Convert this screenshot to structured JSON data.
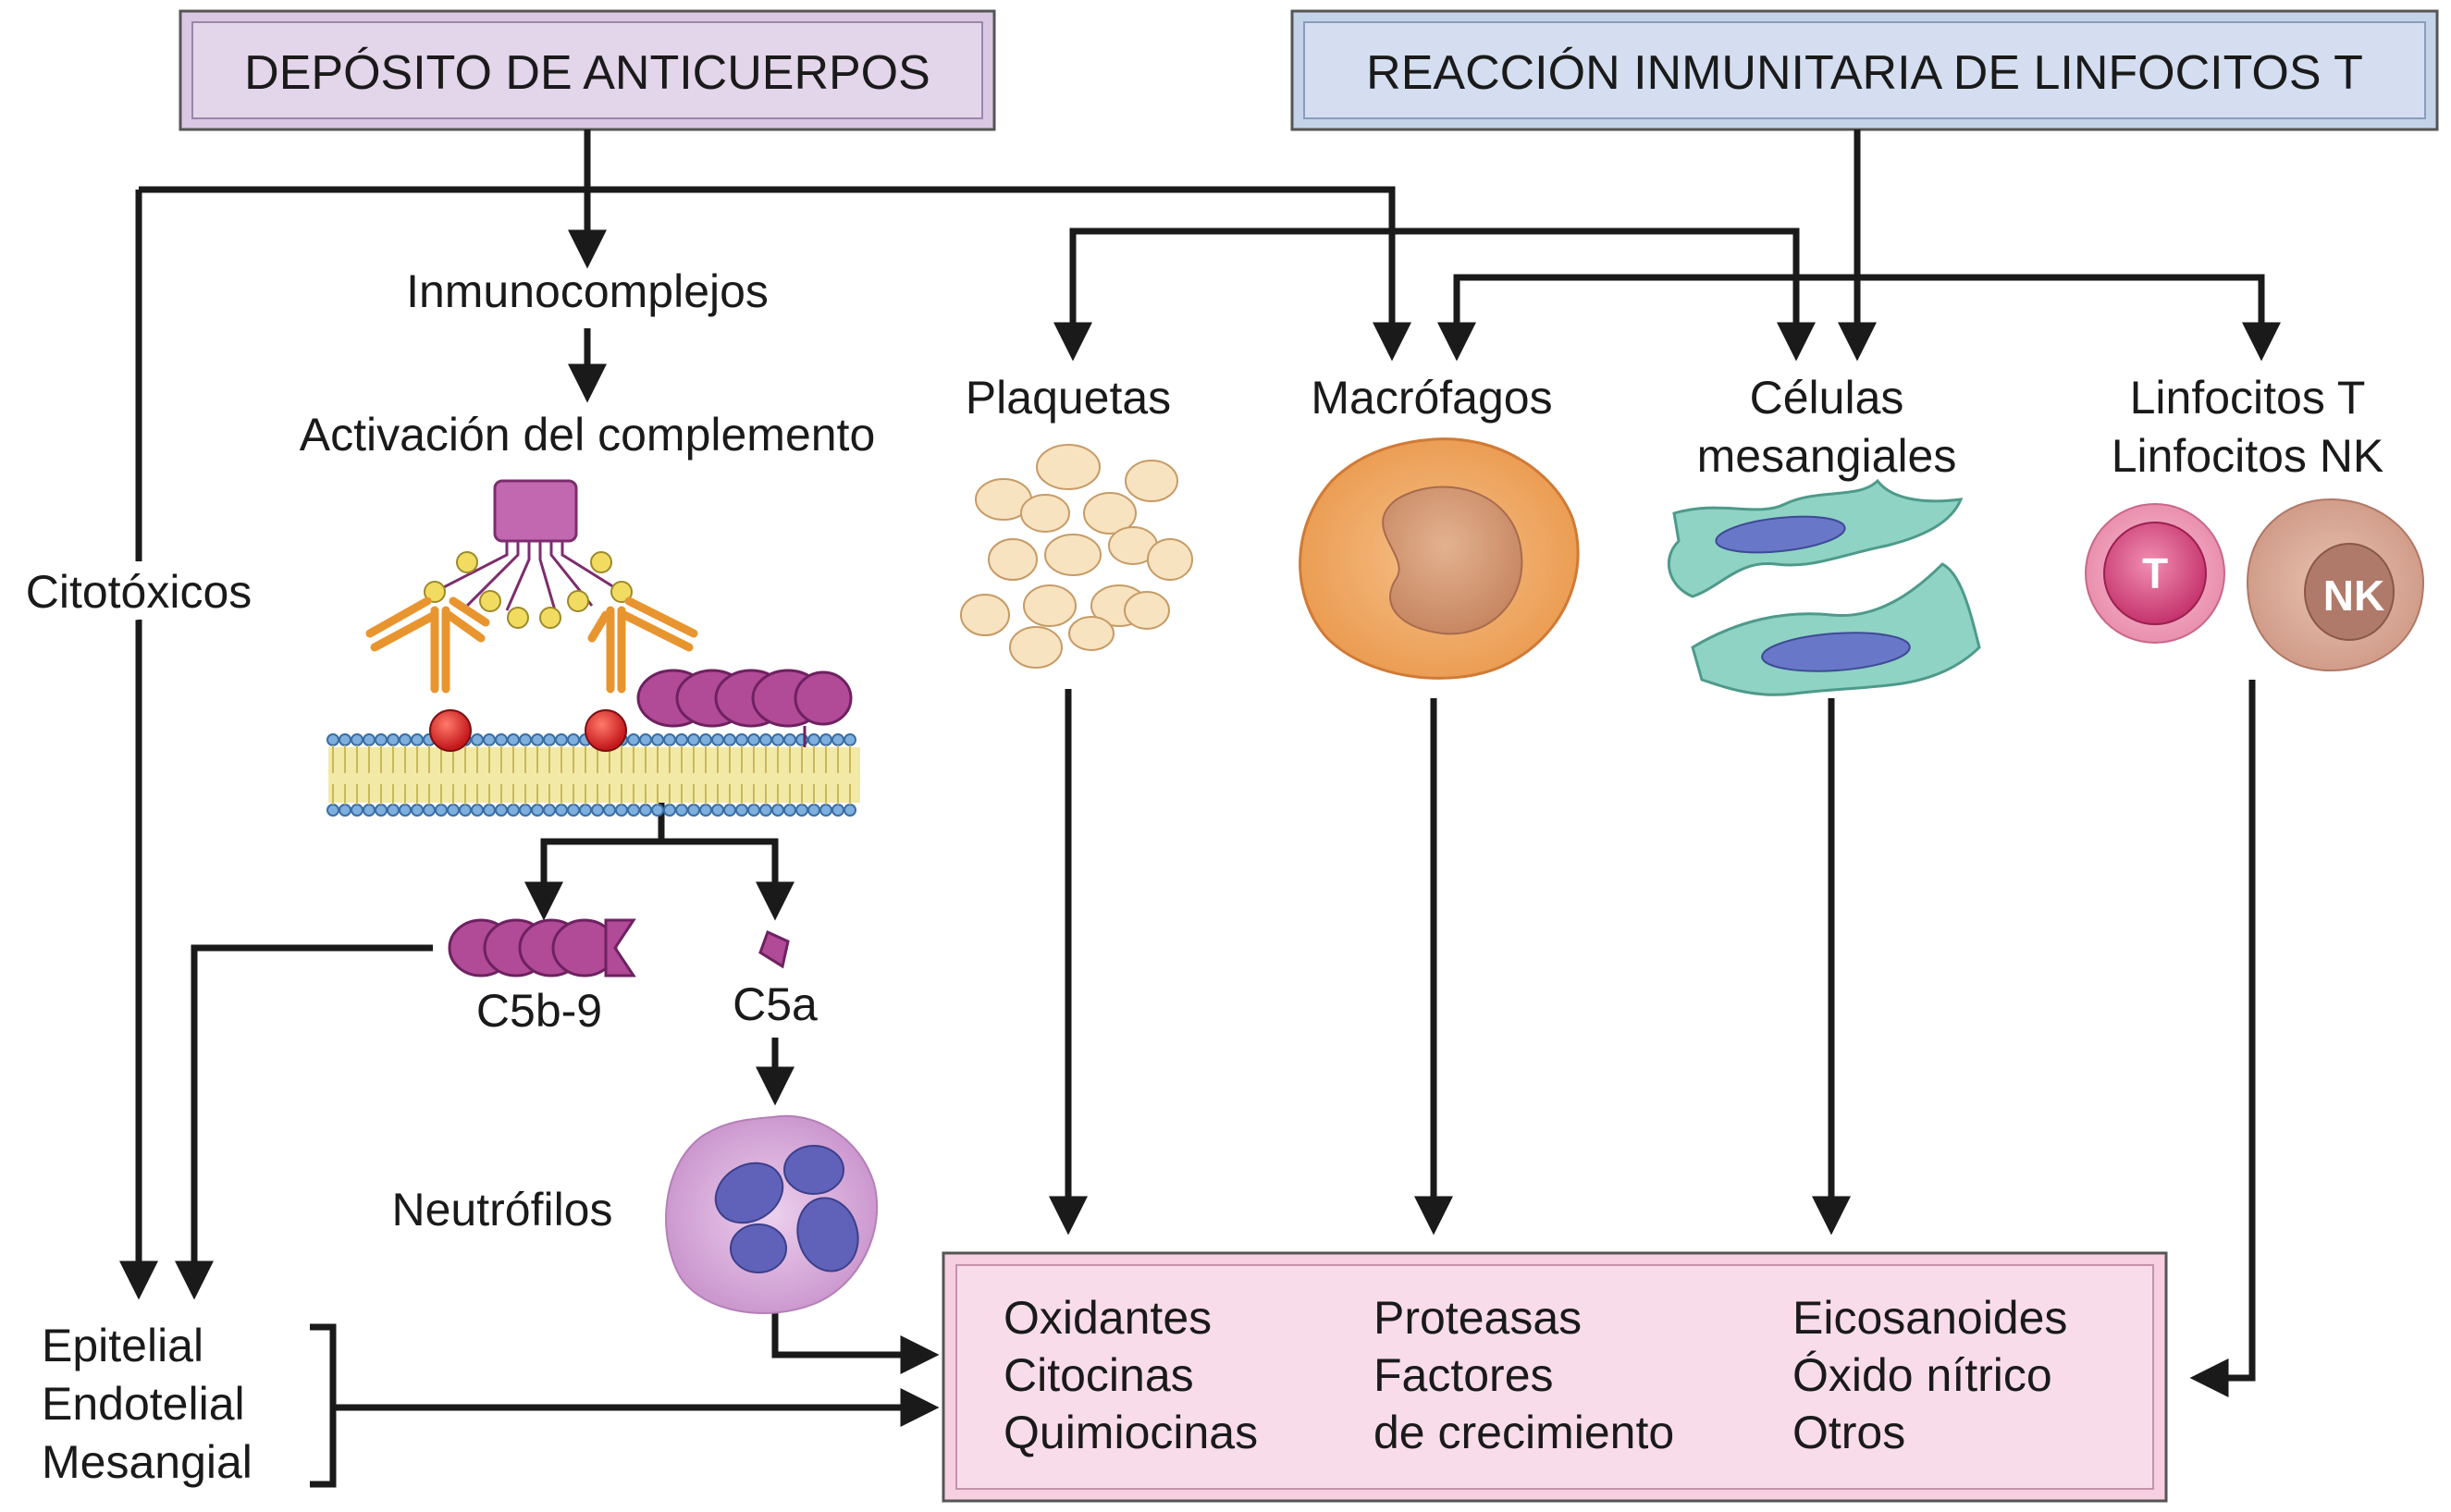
{
  "header": {
    "antibody_box": "DEPÓSITO DE ANTICUERPOS",
    "tcell_box": "REACCIÓN INMUNITARIA DE LINFOCITOS T"
  },
  "labels": {
    "citotoxicos": "Citotóxicos",
    "inmunocomplejos": "Inmunocomplejos",
    "activacion": "Activación del complemento",
    "c5b9": "C5b-9",
    "c5a": "C5a",
    "neutrofilos": "Neutrófilos",
    "plaquetas": "Plaquetas",
    "macrofagos": "Macrófagos",
    "celulas_line1": "Células",
    "celulas_line2": "mesangiales",
    "linfocitos_t": "Linfocitos T",
    "linfocitos_nk": "Linfocitos NK",
    "t_letter": "T",
    "nk_letter": "NK"
  },
  "targets": [
    "Epitelial",
    "Endotelial",
    "Mesangial"
  ],
  "mediators": {
    "col1": [
      "Oxidantes",
      "Citocinas",
      "Quimiocinas"
    ],
    "col2": [
      "Proteasas",
      "Factores",
      "de crecimiento"
    ],
    "col3": [
      "Eicosanoides",
      "Óxido nítrico",
      "Otros"
    ]
  },
  "colors": {
    "antibody_box": "#d9c7e3",
    "tcell_box": "#c5d3e8",
    "mediator_box": "#f6cfe1",
    "platelet": "#f7e3c0",
    "macrophage": "#f0a860",
    "mesangial": "#8fd3c4",
    "tcell": "#d64f84",
    "nkcell": "#d3a391",
    "neutrophil": "#d7a6d8",
    "complement": "#b14a97",
    "antibody": "#e8952f"
  }
}
